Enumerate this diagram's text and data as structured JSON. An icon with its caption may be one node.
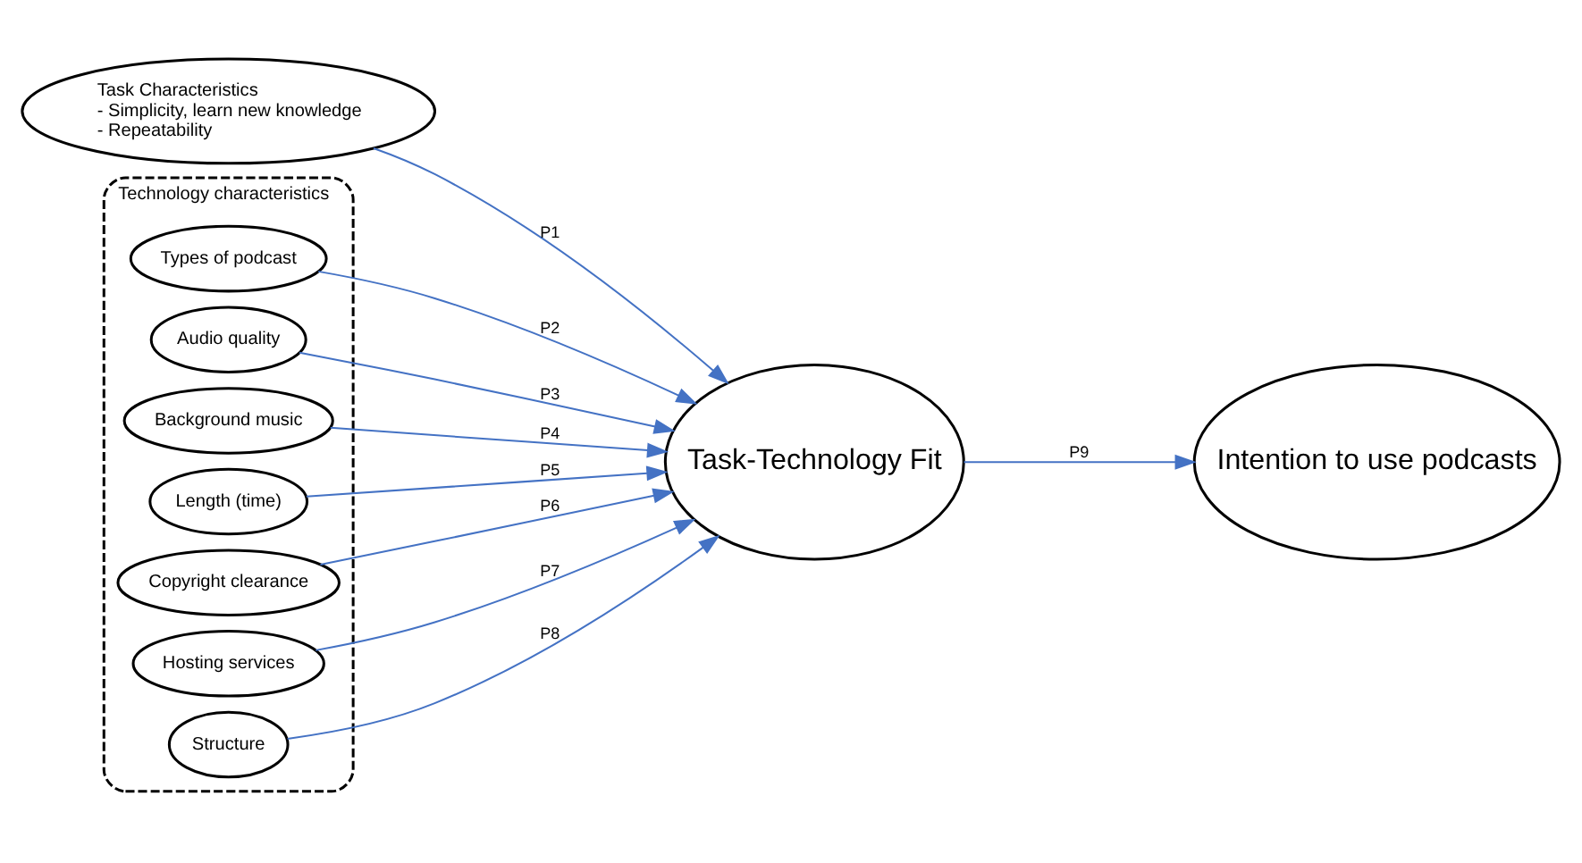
{
  "diagram": {
    "nodes": [
      {
        "text": [
          "Task Characteristics",
          "- Simplicity, learn new knowledge",
          "- Repeatability"
        ]
      },
      {
        "text": [
          "Technology characteristics"
        ]
      },
      {
        "text": [
          "Types of podcast"
        ],
        "in": 1
      },
      {
        "text": [
          "Audio quality"
        ],
        "in": 1
      },
      {
        "text": [
          "Background music"
        ],
        "in": 1
      },
      {
        "text": [
          "Length (time)"
        ],
        "in": 1
      },
      {
        "text": [
          "Copyright clearance"
        ],
        "in": 1
      },
      {
        "text": [
          "Hosting services"
        ],
        "in": 1
      },
      {
        "text": [
          "Structure"
        ],
        "in": 1
      },
      {
        "text": [
          "Task-Technology Fit"
        ]
      },
      {
        "text": [
          "Intention to use podcasts"
        ]
      }
    ],
    "edges": [
      {
        "from": 0,
        "to": 9,
        "arrow": "to",
        "label": "P1"
      },
      {
        "from": 2,
        "to": 9,
        "arrow": "to",
        "label": "P2"
      },
      {
        "from": 3,
        "to": 9,
        "arrow": "to",
        "label": "P3"
      },
      {
        "from": 4,
        "to": 9,
        "arrow": "to",
        "label": "P4"
      },
      {
        "from": 5,
        "to": 9,
        "arrow": "to",
        "label": "P5"
      },
      {
        "from": 6,
        "to": 9,
        "arrow": "to",
        "label": "P6"
      },
      {
        "from": 7,
        "to": 9,
        "arrow": "to",
        "label": "P7"
      },
      {
        "from": 8,
        "to": 9,
        "arrow": "to",
        "label": "P8"
      },
      {
        "from": 9,
        "to": 10,
        "arrow": "to",
        "label": "P9"
      }
    ]
  }
}
